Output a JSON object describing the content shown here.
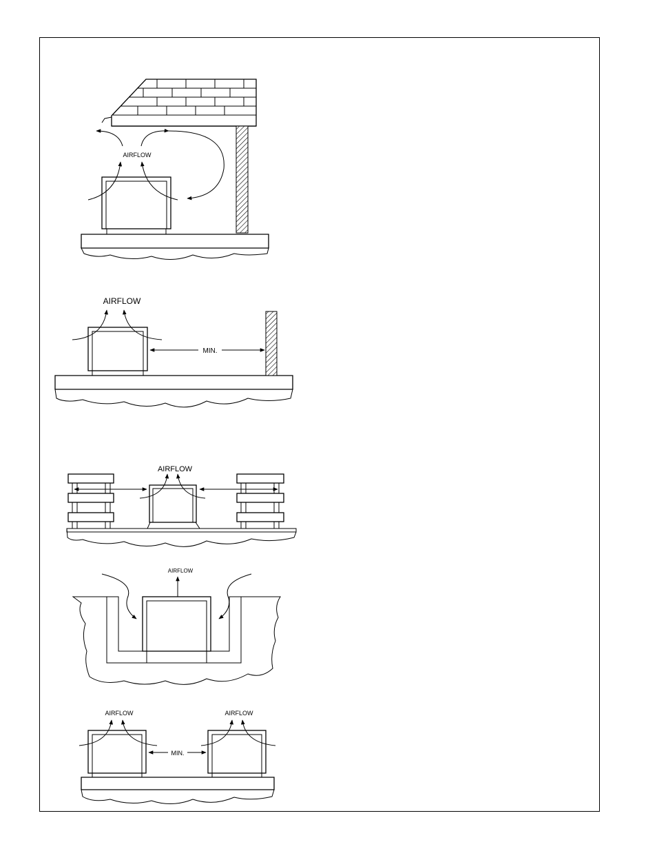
{
  "figures": [
    {
      "id": "fig1-overhang",
      "airflow_label": "AIRFLOW"
    },
    {
      "id": "fig2-wall-clearance",
      "airflow_label": "AIRFLOW",
      "clearance_label": "MIN."
    },
    {
      "id": "fig3-between-walls",
      "airflow_label": "AIRFLOW"
    },
    {
      "id": "fig4-pit",
      "airflow_label": "AIRFLOW"
    },
    {
      "id": "fig5-two-units",
      "airflow_label_left": "AIRFLOW",
      "airflow_label_right": "AIRFLOW",
      "clearance_label": "MIN."
    }
  ],
  "colors": {
    "ink": "#000000",
    "paper": "#ffffff",
    "hatch": "#444444"
  }
}
